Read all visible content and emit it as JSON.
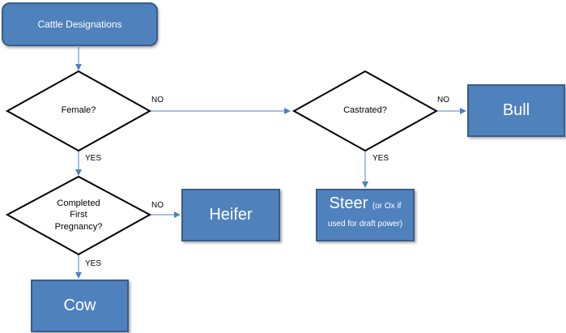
{
  "nodes": {
    "start": "Cattle Designations",
    "female_question": "Female?",
    "castrated_question": "Castrated?",
    "pregnancy_question_line1": "Completed",
    "pregnancy_question_line2": "First",
    "pregnancy_question_line3": "Pregnancy?",
    "bull": "Bull",
    "heifer": "Heifer",
    "cow": "Cow",
    "steer": "Steer",
    "steer_note": "(or Ox if used for draft power)"
  },
  "edge_labels": {
    "female_no": "NO",
    "female_yes": "YES",
    "castrated_no": "NO",
    "castrated_yes": "YES",
    "pregnancy_no": "NO",
    "pregnancy_yes": "YES"
  },
  "colors": {
    "box_fill": "#4f81bd",
    "box_border": "#385d8a",
    "connector": "#4f81bd",
    "diamond_stroke": "#000000"
  }
}
